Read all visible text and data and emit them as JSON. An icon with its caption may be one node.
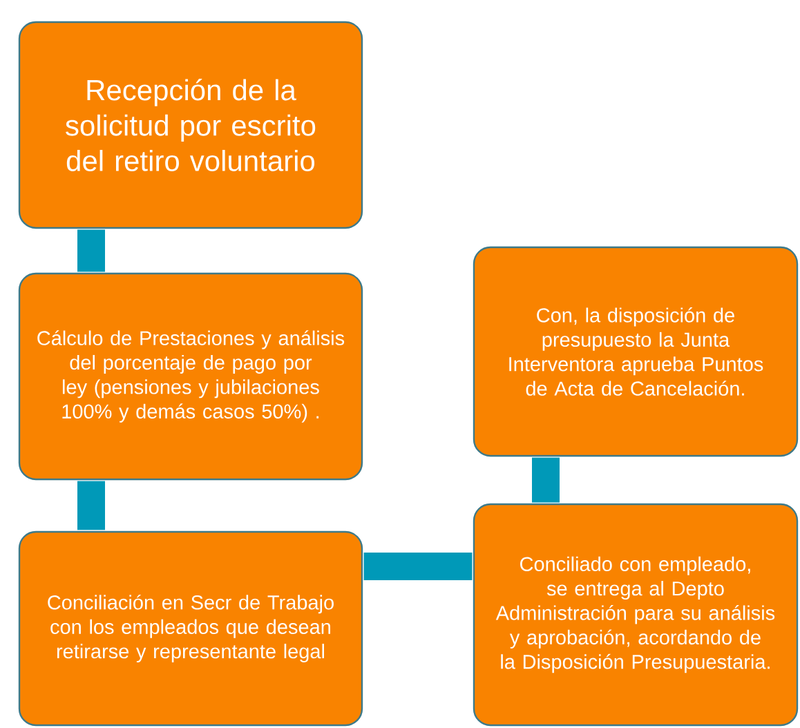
{
  "diagram": {
    "nodes": [
      {
        "text": [
          "Recepción de la solicitud por escrito del retiro voluntario"
        ]
      },
      {
        "text": [
          "Cálculo de Prestaciones y análisis del porcentaje de pago por ley (pensiones y jubilaciones 100% y demás casos 50%) ."
        ]
      },
      {
        "text": [
          "Conciliación en Secr de Trabajo con los empleados que desean retirarse y representante legal"
        ]
      },
      {
        "text": [
          "Con, la disposición de presupuesto la Junta Interventora aprueba Puntos de Acta de Cancelación."
        ]
      },
      {
        "text": [
          "Conciliado con empleado, se entrega al Depto Administración para su análisis y aprobación, acordando de la Disposición Presupuestaria."
        ]
      }
    ],
    "edges": [
      {
        "from": 0,
        "to": 1,
        "arrow": "none"
      },
      {
        "from": 1,
        "to": 2,
        "arrow": "none"
      },
      {
        "from": 2,
        "to": 4,
        "arrow": "none"
      },
      {
        "from": 4,
        "to": 3,
        "arrow": "none"
      }
    ]
  }
}
